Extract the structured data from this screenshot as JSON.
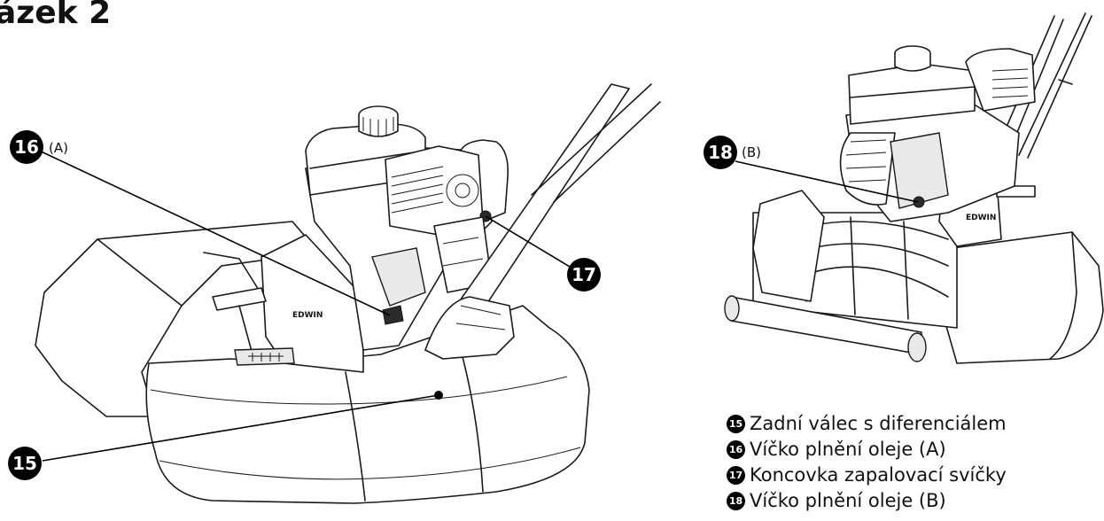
{
  "title": "ázek 2",
  "callouts": {
    "c15": "15",
    "c16": "16",
    "c17": "17",
    "c18": "18",
    "label_a": "(A)",
    "label_b": "(B)"
  },
  "brand": {
    "left": "EDWIN",
    "right": "EDWIN"
  },
  "legend": [
    {
      "num": "15",
      "text": "Zadní válec s diferenciálem"
    },
    {
      "num": "16",
      "text": "Víčko plnění oleje (A)"
    },
    {
      "num": "17",
      "text": "Koncovka zapalovací svíčky"
    },
    {
      "num": "18",
      "text": "Víčko plnění oleje (B)"
    }
  ]
}
